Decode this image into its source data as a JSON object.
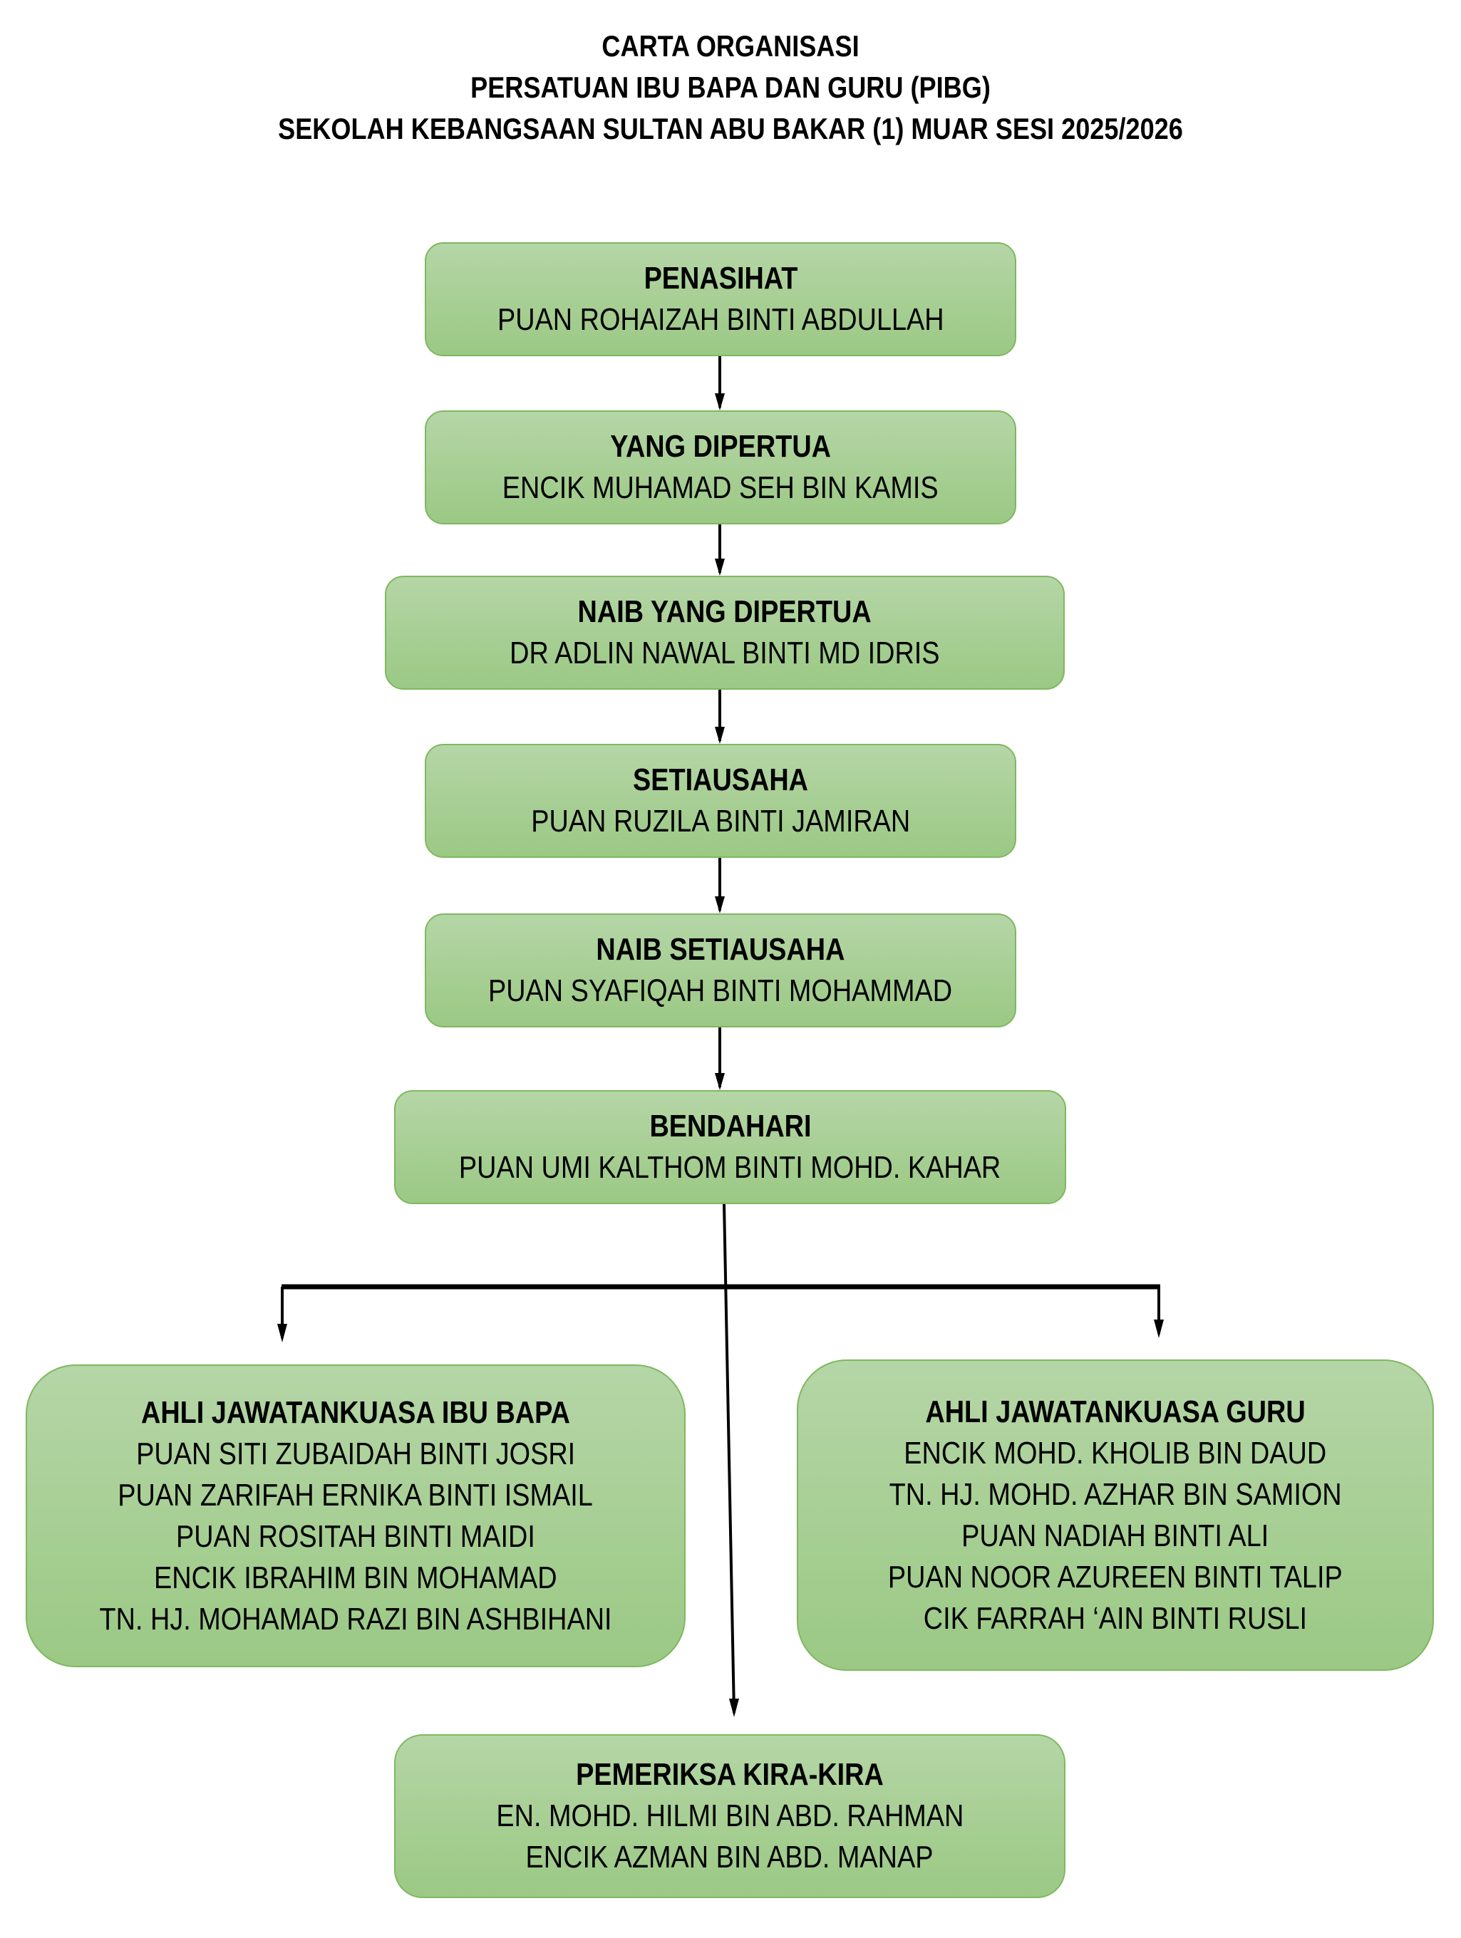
{
  "header": {
    "line1": "CARTA ORGANISASI",
    "line2": "PERSATUAN IBU BAPA DAN GURU (PIBG)",
    "line3": "SEKOLAH KEBANGSAAN SULTAN ABU BAKAR (1) MUAR SESI 2025/2026"
  },
  "colors": {
    "box_fill_top": "#b5d6a7",
    "box_fill_bottom": "#9bc985",
    "box_border": "#7fb85f",
    "connector": "#000000"
  },
  "positions": [
    {
      "role": "PENASIHAT",
      "names": [
        "PUAN ROHAIZAH BINTI ABDULLAH"
      ]
    },
    {
      "role": "YANG DIPERTUA",
      "names": [
        "ENCIK MUHAMAD SEH BIN KAMIS"
      ]
    },
    {
      "role": "NAIB YANG DIPERTUA",
      "names": [
        "DR ADLIN NAWAL BINTI MD IDRIS"
      ]
    },
    {
      "role": "SETIAUSAHA",
      "names": [
        "PUAN RUZILA BINTI JAMIRAN"
      ]
    },
    {
      "role": "NAIB SETIAUSAHA",
      "names": [
        "PUAN SYAFIQAH BINTI MOHAMMAD"
      ]
    },
    {
      "role": "BENDAHARI",
      "names": [
        "PUAN UMI KALTHOM BINTI MOHD. KAHAR"
      ]
    }
  ],
  "committees": {
    "parents": {
      "role": "AHLI JAWATANKUASA IBU BAPA",
      "names": [
        "PUAN SITI ZUBAIDAH BINTI JOSRI",
        "PUAN ZARIFAH ERNIKA BINTI ISMAIL",
        "PUAN ROSITAH BINTI MAIDI",
        "ENCIK IBRAHIM BIN MOHAMAD",
        "TN. HJ. MOHAMAD RAZI BIN ASHBIHANI"
      ]
    },
    "teachers": {
      "role": "AHLI JAWATANKUASA GURU",
      "names": [
        "ENCIK MOHD. KHOLIB BIN DAUD",
        "TN. HJ. MOHD. AZHAR BIN SAMION",
        "PUAN NADIAH BINTI ALI",
        "PUAN NOOR AZUREEN BINTI TALIP",
        "CIK FARRAH ‘AIN BINTI RUSLI"
      ]
    }
  },
  "auditors": {
    "role": "PEMERIKSA KIRA-KIRA",
    "names": [
      "EN. MOHD. HILMI BIN ABD. RAHMAN",
      "ENCIK AZMAN BIN ABD. MANAP"
    ]
  }
}
